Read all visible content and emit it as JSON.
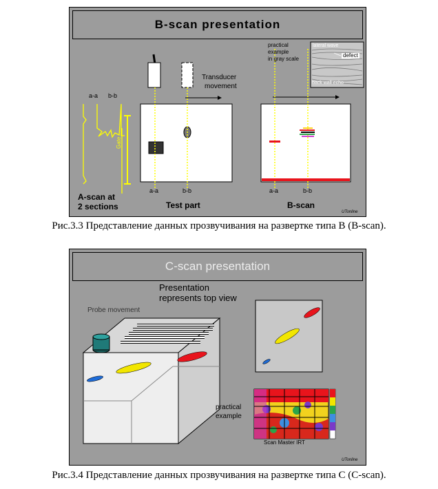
{
  "bscan": {
    "title": "B-scan presentation",
    "aa_top": "a-a",
    "bb_top": "b-b",
    "gate": "Gate",
    "ascan_label_line1": "A-scan at",
    "ascan_label_line2": "2 sections",
    "transducer_line1": "Transducer",
    "transducer_line2": "movement",
    "testpart_aa": "a-a",
    "testpart_bb": "b-b",
    "testpart_label": "Test part",
    "practical_line1": "practical",
    "practical_line2": "example",
    "practical_line3": "in gray scale",
    "lateral_wave": "lateral wave",
    "defect": "defect",
    "backwall_echo": "back wall echo",
    "bscan_aa": "a-a",
    "bscan_bb": "b-b",
    "bscan_label": "B-scan",
    "brand": "UTonline",
    "caption": "Рис.3.3 Представление данных прозвучивания на развертке типа B (B-scan)."
  },
  "cscan": {
    "title": "C-scan presentation",
    "probe_movement": "Probe movement",
    "presentation_line1": "Presentation",
    "presentation_line2": "represents top view",
    "practical_line1": "practical",
    "practical_line2": "example",
    "scan_master": "Scan Master IRT",
    "brand": "UTonline",
    "caption": "Рис.3.4 Представление данных прозвучивания на развертке типа C (C-scan)."
  },
  "colors": {
    "panel_bg": "#9c9c9c",
    "gate_yellow": "#ffff00",
    "defect_red": "#e8141c",
    "defect_yellow": "#f2e600",
    "defect_blue": "#1e6cd8",
    "probe_teal": "#1f7a78"
  }
}
